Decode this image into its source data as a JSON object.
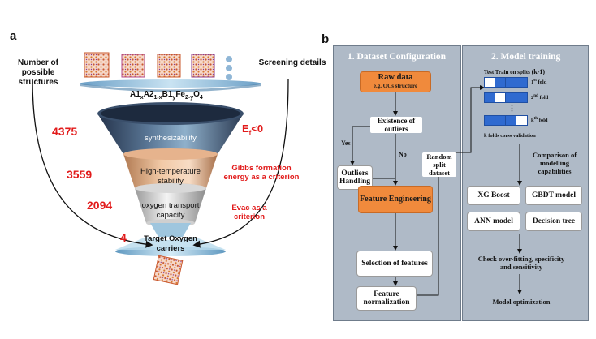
{
  "panel_a": {
    "letter": "a",
    "left_label": "Number of possible structures",
    "right_label": "Screening details",
    "formula_parts": [
      "A1",
      "x",
      "A2",
      "1-x",
      "B1",
      "y",
      "Fe",
      "2-y",
      "O",
      "4"
    ],
    "layers": [
      {
        "label": "synthesizability",
        "count": "4375",
        "note": "E"
      },
      {
        "label": "High-temperature stability",
        "count": "3559",
        "note": "Gibbs formation energy as a criterion"
      },
      {
        "label": "oxygen transport capacity",
        "count": "2094",
        "note": "Evac as a criterion"
      },
      {
        "label": "Target Oxygen carriers",
        "count": "4",
        "note": ""
      }
    ],
    "ef_symbol": "E",
    "ef_sub": "f",
    "ef_rest": "<0"
  },
  "panel_b": {
    "letter": "b",
    "section1_title": "1. Dataset Configuration",
    "section2_title": "2. Model training",
    "raw_data_title": "Raw data",
    "raw_data_sub": "e.g. OCs structure",
    "existence_outliers": "Existence of outliers",
    "yes_label": "Yes",
    "no_label": "No",
    "outliers_handling": "Outliers Handling",
    "feature_engineering": "Feature Engineering",
    "selection_features": "Selection of features",
    "feature_normalization": "Feature normalization",
    "random_split": "Random split dataset",
    "test_train_header": "Test  Train on splits",
    "k_minus": "(k-1)",
    "folds": [
      {
        "num": "1",
        "sup": "st",
        "word": "fold"
      },
      {
        "num": "2",
        "sup": "nd",
        "word": "fold"
      },
      {
        "num": "k",
        "sup": "th",
        "word": "fold"
      }
    ],
    "dots": "⋮",
    "kfold_caption": "k folds corss validation",
    "comparison": "Comparison of modelling capabilities",
    "models": [
      "XG Boost",
      "GBDT model",
      "ANN model",
      "Decision tree"
    ],
    "check_overfitting": "Check over-fitting, specificity and sensitivity",
    "model_optimization": "Model optimization"
  },
  "colors": {
    "orange": "#f08a3c",
    "panel_bg": "#afbac7",
    "red": "#e21b1b",
    "fold_blue": "#1f4fa3"
  }
}
